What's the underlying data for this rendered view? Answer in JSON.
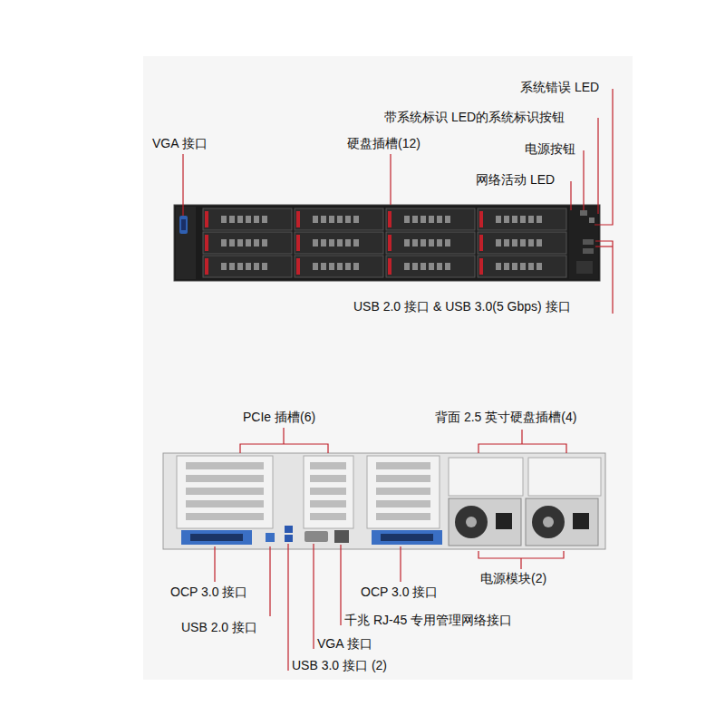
{
  "diagram": {
    "labels": [
      "系统错误 LED",
      "带系统标识 LED的系统标识按钮",
      "VGA 接口",
      "硬盘插槽(12)",
      "电源按钮",
      "网络活动 LED",
      "USB 2.0 接口 & USB 3.0(5 Gbps) 接口",
      "PCIe 插槽(6)",
      "背面 2.5 英寸硬盘插槽(4)",
      "OCP 3.0 接口",
      "OCP 3.0 接口",
      "电源模块(2)",
      "USB 2.0 接口",
      "千兆 RJ-45 专用管理网络接口",
      "VGA 接口",
      "USB 3.0 接口 (2)"
    ]
  }
}
